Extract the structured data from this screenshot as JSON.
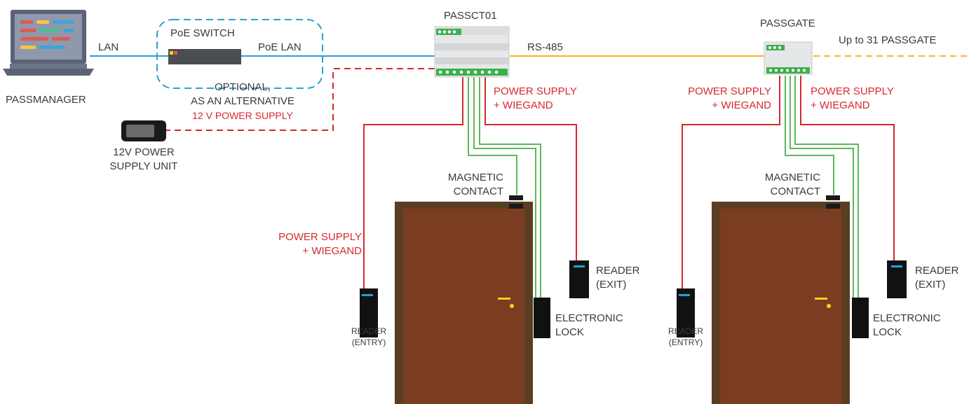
{
  "colors": {
    "lan_line": "#2a9fd6",
    "rs485_line": "#f5b820",
    "power_line": "#d7282f",
    "lock_line": "#5cb85c",
    "door_frame": "#5a3e22",
    "door_panel": "#7a3d22",
    "handle": "#f4d31c",
    "reader_led": "#1fa0e0",
    "terminal_green": "#3db04b"
  },
  "nodes": {
    "passmanager": "PASSMANAGER",
    "poe_switch": "PoE SWITCH",
    "poe_optional_line1": "OPTIONAL,",
    "poe_optional_line2": "AS AN ALTERNATIVE",
    "poe_optional_line3": "12 V POWER SUPPLY",
    "psu_line1": "12V POWER",
    "psu_line2": "SUPPLY UNIT",
    "passct01": "PASSCT01",
    "passgate": "PASSGATE",
    "up_to": "Up to 31 PASSGATE"
  },
  "connections": {
    "lan": "LAN",
    "poe_lan": "PoE LAN",
    "rs485": "RS-485",
    "power_wiegand_1": "POWER SUPPLY",
    "power_wiegand_2": "+ WIEGAND"
  },
  "door1": {
    "magnetic_1": "MAGNETIC",
    "magnetic_2": "CONTACT",
    "reader_exit_1": "READER",
    "reader_exit_2": "(EXIT)",
    "lock_1": "ELECTRONIC",
    "lock_2": "LOCK",
    "reader_entry_1": "READER",
    "reader_entry_2": "(ENTRY)"
  },
  "door2": {
    "magnetic_1": "MAGNETIC",
    "magnetic_2": "CONTACT",
    "reader_exit_1": "READER",
    "reader_exit_2": "(EXIT)",
    "lock_1": "ELECTRONIC",
    "lock_2": "LOCK",
    "reader_entry_1": "READER",
    "reader_entry_2": "(ENTRY)"
  }
}
